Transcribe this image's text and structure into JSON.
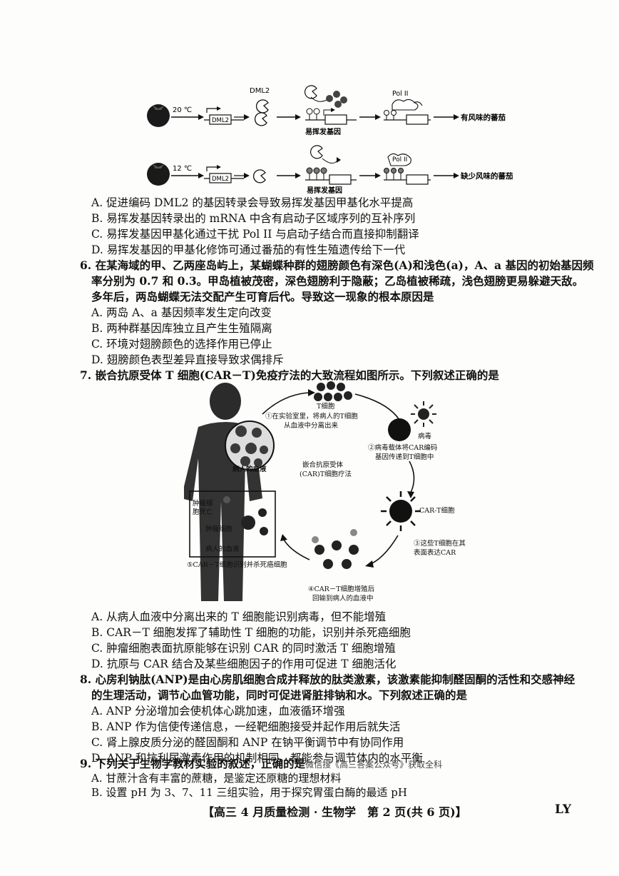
{
  "fig1": {
    "temp_top": "20 ℃",
    "temp_bottom": "12 ℃",
    "dml2_box": "DML2",
    "dml2_label": "DML2",
    "pol_top": "Pol II",
    "pol_bottom": "Pol II",
    "gene_top": "易挥发基因",
    "gene_bottom": "易挥发基因",
    "result_top": "有风味的蕃茄",
    "result_bottom": "缺少风味的蕃茄"
  },
  "q5": {
    "options": [
      "A. 促进编码 DML2 的基因转录会导致易挥发基因甲基化水平提高",
      "B. 易挥发基因转录出的 mRNA 中含有启动子区域序列的互补序列",
      "C. 易挥发基因甲基化通过干扰 Pol II 与启动子结合而直接抑制翻译",
      "D. 易挥发基因的甲基化修饰可通过番茄的有性生殖遗传给下一代"
    ]
  },
  "q6": {
    "stem": [
      "6. 在某海域的甲、乙两座岛屿上，某蝴蝶种群的翅膀颜色有深色(A)和浅色(a)，A、a 基因的初始基因频",
      "率分别为 0.7 和 0.3。甲岛植被茂密，深色翅膀利于隐蔽；乙岛植被稀疏，浅色翅膀更易躲避天敌。",
      "多年后，两岛蝴蝶无法交配产生可育后代。导致这一现象的根本原因是"
    ],
    "options": [
      "A. 两岛 A、a 基因频率发生定向改变",
      "B. 两种群基因库独立且产生生殖隔离",
      "C. 环境对翅膀颜色的选择作用已停止",
      "D. 翅膀颜色表型差异直接导致求偶排斥"
    ]
  },
  "q7": {
    "stem": "7. 嵌合抗原受体 T 细胞(CAR－T)免疫疗法的大致流程如图所示。下列叙述正确的是",
    "fig": {
      "t_cell": "T细胞",
      "step1a": "①在实验室里，将病人的T细胞",
      "step1b": "从血液中分离出来",
      "virus": "病毒",
      "step2a": "②病毒载体将CAR编码",
      "step2b": "基因传递到T细胞中",
      "center_a": "嵌合抗原受体",
      "center_b": "(CAR)T细胞疗法",
      "car_t": "CAR-T细胞",
      "step3a": "③这些T细胞在其",
      "step3b": "表面表达CAR",
      "step4a": "④CAR－T细胞增殖后",
      "step4b": "回输到病人的血液中",
      "step5": "⑤CAR－T细胞识别并杀死癌细胞",
      "blood_top": "病人的血液",
      "tumor_death_a": "肿瘤细",
      "tumor_death_b": "胞死亡",
      "tumor_cell": "肿瘤细胞",
      "blood_box": "病人的血液"
    },
    "options": [
      "A. 从病人血液中分离出来的 T 细胞能识别病毒，但不能增殖",
      "B. CAR－T 细胞发挥了辅助性 T 细胞的功能，识别并杀死癌细胞",
      "C. 肿瘤细胞表面抗原能够在识别 CAR 的同时激活 T 细胞增殖",
      "D. 抗原与 CAR 结合及某些细胞因子的作用可促进 T 细胞活化"
    ]
  },
  "q8": {
    "stem": [
      "8. 心房利钠肽(ANP)是由心房肌细胞合成并释放的肽类激素，该激素能抑制醛固酮的活性和交感神经",
      "的生理活动，调节心血管功能，同时可促进肾脏排钠和水。下列叙述正确的是"
    ],
    "options": [
      "A. ANP 分泌增加会使机体心跳加速，血液循环增强",
      "B. ANP 作为信使传递信息，一经靶细胞接受并起作用后就失活",
      "C. 肾上腺皮质分泌的醛固酮和 ANP 在钠平衡调节中有协同作用",
      "D. ANP 和抗利尿激素作用的机制相同，都能参与调节体内的水平衡"
    ]
  },
  "q9": {
    "stem": "9. 下列关于生物学教材实验的叙述，正确的是",
    "watermark": "微信搜《高三答案公众号》获取全科",
    "options": [
      "A. 甘蔗汁含有丰富的蔗糖，是鉴定还原糖的理想材料",
      "B. 设置 pH 为 3、7、11 三组实验，用于探究胃蛋白酶的最适 pH"
    ]
  },
  "footer": "【高三 4 月质量检测 · 生物学　第 2 页(共 6 页)】",
  "footer_code": "LY"
}
